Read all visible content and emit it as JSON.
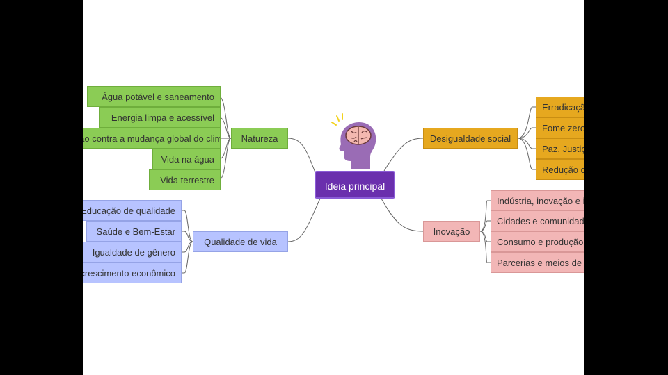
{
  "center": {
    "label": "Ideia principal",
    "icon": "brain-head-icon"
  },
  "colors": {
    "natureza": "#8bcc55",
    "qualidade": "#b7c3ff",
    "desigualdade": "#e6a81f",
    "inovacao": "#f2b6b6",
    "central": "#6a2fad"
  },
  "branches": {
    "natureza": {
      "label": "Natureza",
      "children": [
        "Água potável e saneamento",
        "Energia limpa e acessível",
        "Ação contra a mudança global do clima",
        "Vida na água",
        "Vida terrestre"
      ]
    },
    "qualidade": {
      "label": "Qualidade de vida",
      "children": [
        "Educação de qualidade",
        "Saúde e Bem-Estar",
        "Igualdade de gênero",
        "Trabalho decente e crescimento econômico"
      ]
    },
    "desigualdade": {
      "label": "Desigualdade social",
      "children": [
        "Erradicação da pobreza",
        "Fome zero",
        "Paz, Justiça e instituições eficazes",
        "Redução das desigualdades"
      ]
    },
    "inovacao": {
      "label": "Inovação",
      "children": [
        "Indústria, inovação e infraestrutura",
        "Cidades e comunidades sustentáveis",
        "Consumo e produção responsáveis",
        "Parcerias e meios de implementação"
      ]
    }
  }
}
